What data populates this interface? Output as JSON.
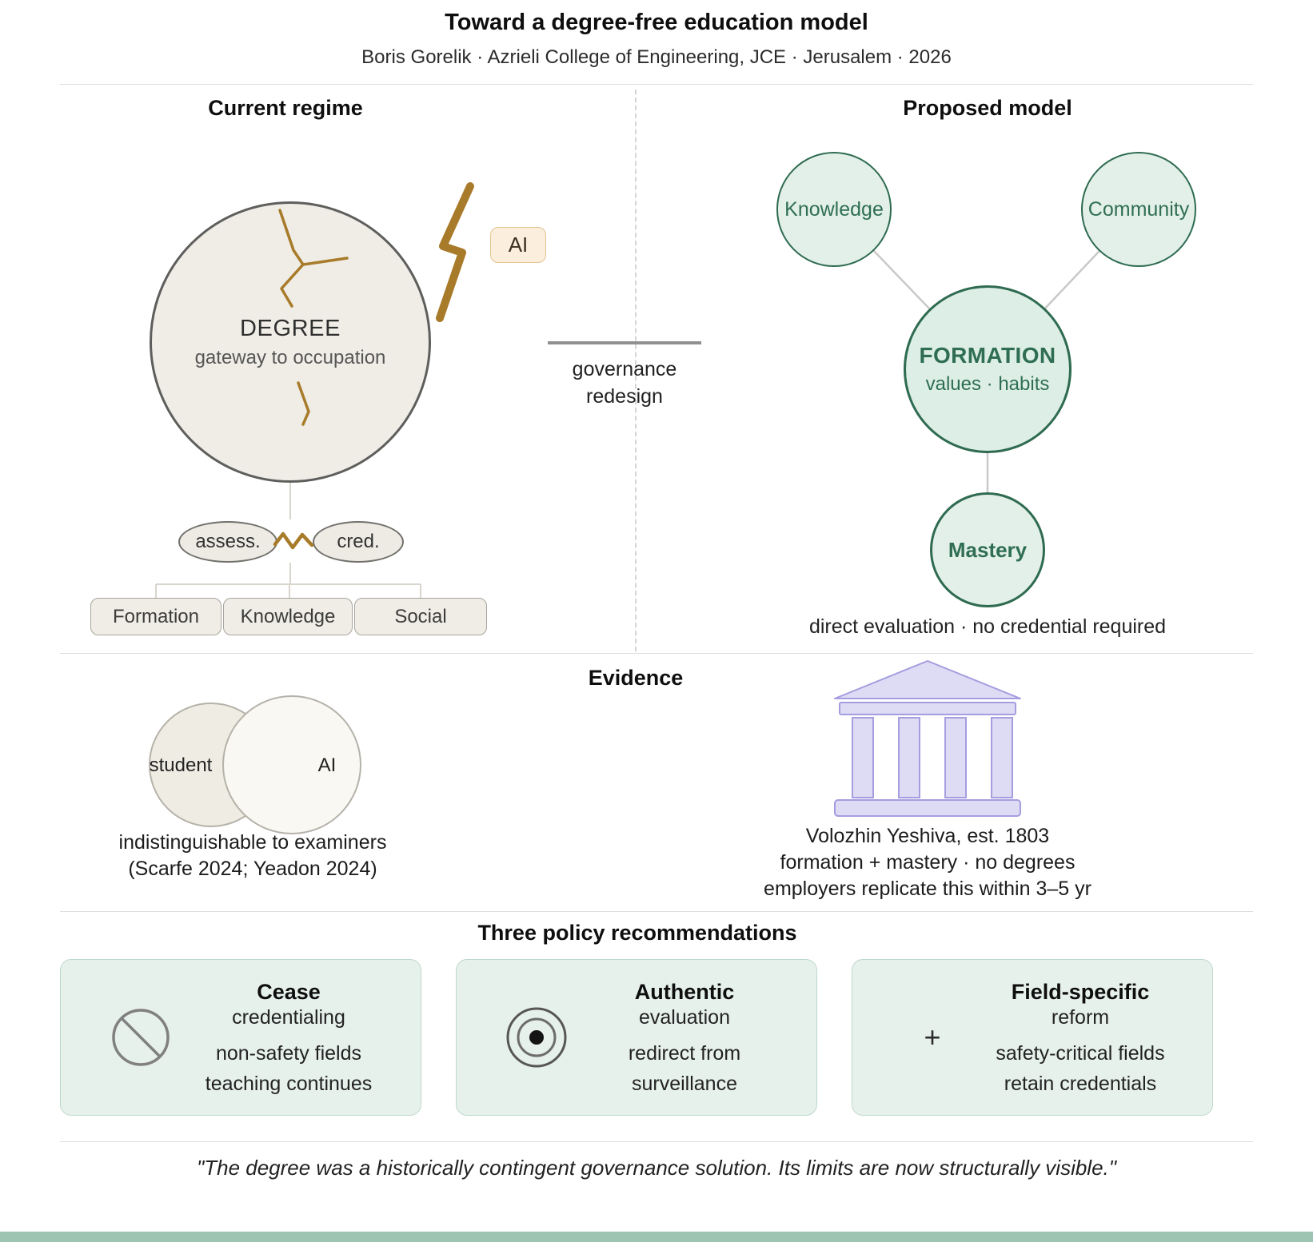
{
  "colors": {
    "gold_accent": "#a87b2a",
    "green_dark": "#2e6b50",
    "mint_fill": "#e3f0e9",
    "card_bg": "#e7f1ec",
    "lavender_fill": "#dedbf4",
    "lavender_border": "#a49ddf",
    "beige_fill": "#efede6",
    "footer_bar": "#9dc3b3"
  },
  "header": {
    "title": "Toward a degree-free education model",
    "subtitle": "Boris Gorelik · Azrieli College of Engineering, JCE · Jerusalem · 2026"
  },
  "current": {
    "heading": "Current regime",
    "degree_title": "DEGREE",
    "degree_subtitle": "gateway to occupation",
    "ai_badge": "AI",
    "assess": "assess.",
    "cred": "cred.",
    "functions": [
      "Formation",
      "Knowledge",
      "Social"
    ],
    "icons": [
      "cracked-circle-icon",
      "lightning-icon",
      "broken-link-icon"
    ]
  },
  "transition": {
    "line1": "governance",
    "line2": "redesign"
  },
  "proposed": {
    "heading": "Proposed model",
    "knowledge": "Knowledge",
    "community": "Community",
    "formation_title": "FORMATION",
    "formation_subtitle": "values · habits",
    "mastery": "Mastery",
    "caption": "direct evaluation · no credential required"
  },
  "evidence": {
    "heading": "Evidence",
    "venn_left": "student",
    "venn_right": "AI",
    "venn_caption1": "indistinguishable to examiners",
    "venn_caption2": "(Scarfe 2024; Yeadon 2024)",
    "temple_icon": "temple-icon",
    "yeshiva1": "Volozhin Yeshiva, est. 1803",
    "yeshiva2": "formation + mastery · no degrees",
    "yeshiva3": "employers replicate this within 3–5 yr"
  },
  "recommendations": {
    "heading": "Three policy recommendations",
    "plus_glyph": "+",
    "cards": [
      {
        "icon": "prohibition-icon",
        "title": "Cease",
        "subtitle": "credentialing",
        "line1": "non-safety fields",
        "line2": "teaching continues"
      },
      {
        "icon": "target-icon",
        "title": "Authentic",
        "subtitle": "evaluation",
        "line1": "redirect from",
        "line2": "surveillance"
      },
      {
        "icon": "plus-icon",
        "title": "Field-specific",
        "subtitle": "reform",
        "line1": "safety-critical fields",
        "line2": "retain credentials"
      }
    ]
  },
  "footer": {
    "quote": "\"The degree was a historically contingent governance solution. Its limits are now structurally visible.\""
  }
}
